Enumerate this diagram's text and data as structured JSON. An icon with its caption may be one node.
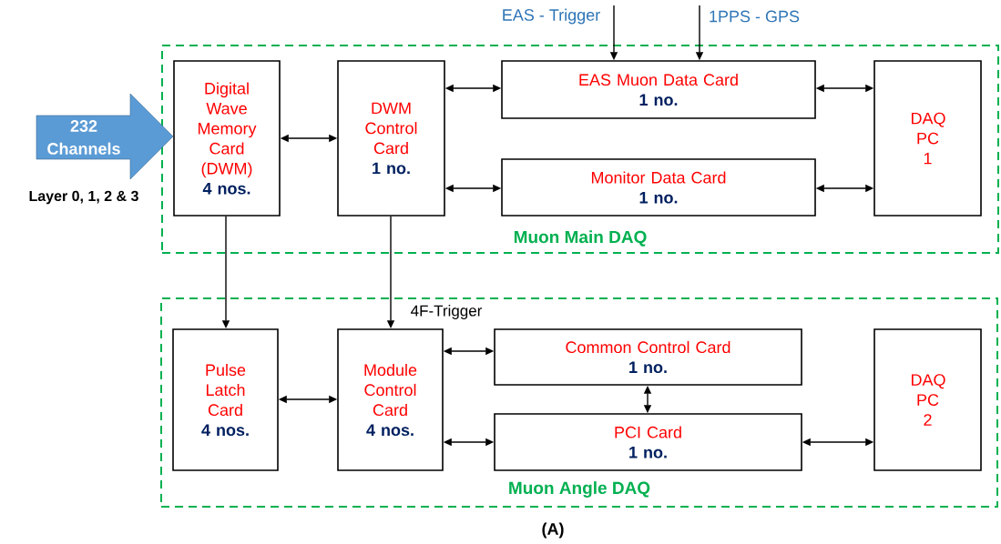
{
  "diagram": {
    "nodes": [
      {
        "text": [
          "Muon Main DAQ"
        ]
      },
      {
        "text": [
          "Digital Wave Memory Card (DWM)",
          "4 nos."
        ],
        "in": 0
      },
      {
        "text": [
          "DWM Control Card",
          "1 no."
        ],
        "in": 0
      },
      {
        "text": [
          "EAS Muon Data Card",
          "1 no."
        ],
        "in": 0
      },
      {
        "text": [
          "Monitor Data Card",
          "1 no."
        ],
        "in": 0
      },
      {
        "text": [
          "DAQ PC 1"
        ],
        "in": 0
      },
      {
        "text": [
          "Muon Angle DAQ"
        ]
      },
      {
        "text": [
          "Pulse Latch Card",
          "4 nos."
        ],
        "in": 6
      },
      {
        "text": [
          "Module Control Card",
          "4 nos."
        ],
        "in": 6
      },
      {
        "text": [
          "Common Control Card",
          "1 no."
        ],
        "in": 6
      },
      {
        "text": [
          "PCI Card",
          "1 no."
        ],
        "in": 6
      },
      {
        "text": [
          "DAQ PC 2"
        ],
        "in": 6
      },
      {
        "text": [
          "232 Channels"
        ],
        "beside": [
          "Layer 0, 1, 2 & 3"
        ]
      },
      {
        "text": [
          "EAS - Trigger"
        ]
      },
      {
        "text": [
          "1PPS - GPS"
        ]
      }
    ],
    "edges": [
      {
        "from": 1,
        "to": 2,
        "arrow": "both"
      },
      {
        "from": 2,
        "to": 3,
        "arrow": "both"
      },
      {
        "from": 2,
        "to": 4,
        "arrow": "both"
      },
      {
        "from": 3,
        "to": 5,
        "arrow": "both"
      },
      {
        "from": 4,
        "to": 5,
        "arrow": "both"
      },
      {
        "from": 1,
        "to": 7,
        "arrow": "to"
      },
      {
        "from": 2,
        "to": 8,
        "arrow": "to",
        "label": "4F-Trigger"
      },
      {
        "from": 7,
        "to": 8,
        "arrow": "both"
      },
      {
        "from": 8,
        "to": 9,
        "arrow": "both"
      },
      {
        "from": 8,
        "to": 10,
        "arrow": "both"
      },
      {
        "from": 9,
        "to": 10,
        "arrow": "both"
      },
      {
        "from": 10,
        "to": 11,
        "arrow": "both"
      },
      {
        "from": 13,
        "to": 3,
        "arrow": "to"
      },
      {
        "from": 14,
        "to": 3,
        "arrow": "to"
      }
    ],
    "labels": [
      "(A)"
    ]
  }
}
